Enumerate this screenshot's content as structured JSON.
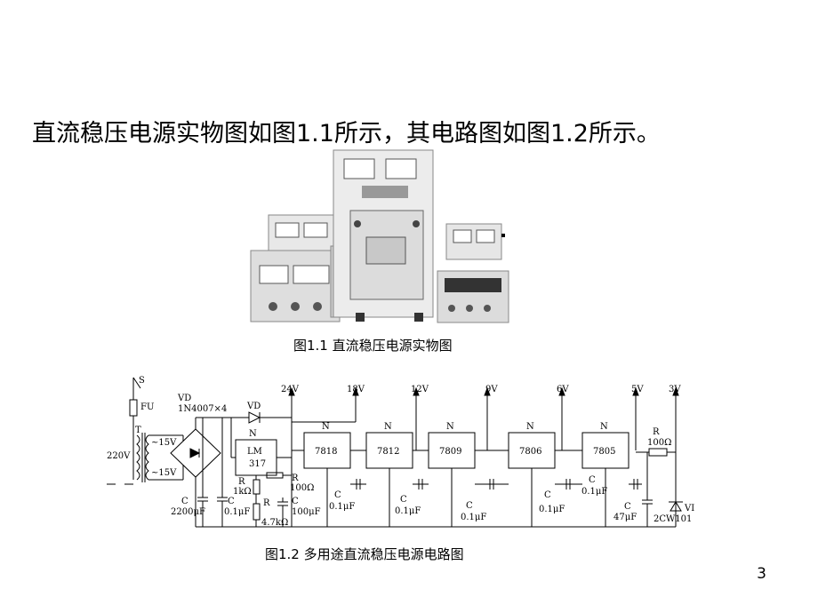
{
  "headline": "直流稳压电源实物图如图1.1所示，其电路图如图1.2所示。",
  "figure1_caption": "图1.1  直流稳压电源实物图",
  "figure2_caption": "图1.2  多用途直流稳压电源电路图",
  "page_number": "3",
  "circuit": {
    "switch": "S",
    "fuse": "FU",
    "transformer": "T",
    "mains": "220V",
    "sec_top": "~15V",
    "sec_bot": "~15V",
    "diodes": "VD",
    "diode_part": "1N4007×4",
    "vd5": "VD",
    "n1": "N",
    "lm": "LM",
    "lm2": "317",
    "r1": "R",
    "r1v": "1kΩ",
    "rp": "R",
    "rpv": "4.7kΩ",
    "r2": "R",
    "r2v": "100Ω",
    "c1": "C",
    "c1v": "2200μF",
    "c2": "C",
    "c2v": "0.1μF",
    "c3": "C",
    "c3v": "100μF",
    "outs": [
      "24V",
      "18V",
      "12V",
      "9V",
      "6V",
      "5V",
      "3V"
    ],
    "reg_names": [
      "N",
      "N",
      "N",
      "N",
      "N"
    ],
    "regs": [
      "7818",
      "7812",
      "7809",
      "7806",
      "7805"
    ],
    "caps": [
      "C",
      "C",
      "C",
      "C",
      "C"
    ],
    "capv": [
      "0.1μF",
      "0.1μF",
      "0.1μF",
      "0.1μF",
      "0.1μF"
    ],
    "r3": "R",
    "r3v": "100Ω",
    "c9": "C",
    "c9v": "47μF",
    "vi": "VI",
    "zener": "2CW101"
  }
}
